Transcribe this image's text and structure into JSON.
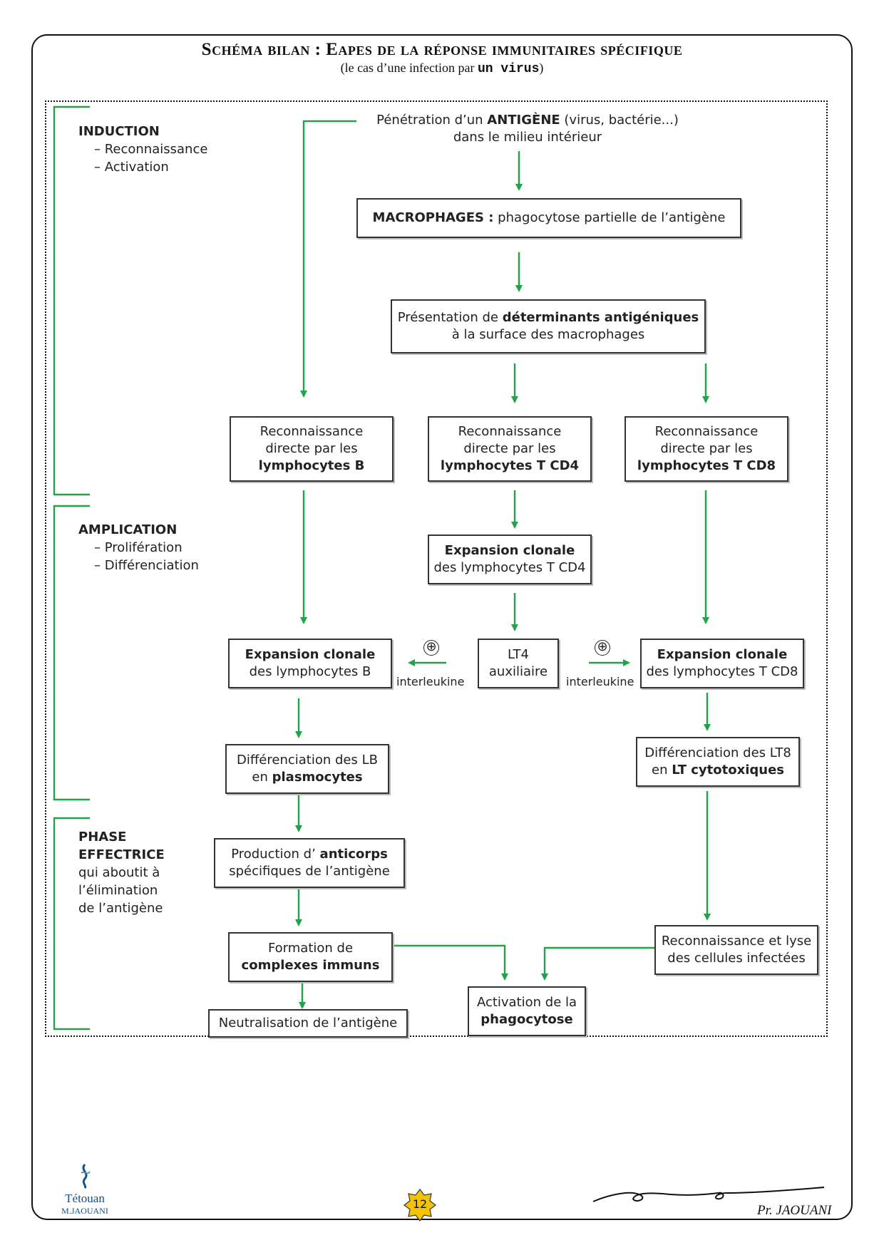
{
  "header": {
    "title": "Schéma bilan : Eapes de la réponse immunitaires spécifique",
    "subtitle_prefix": "(le cas d’une infection par ",
    "subtitle_bold": "un virus",
    "subtitle_suffix": ")"
  },
  "phases": {
    "induction": {
      "heading": "INDUCTION",
      "items": [
        "– Reconnaissance",
        "– Activation"
      ]
    },
    "amplification": {
      "heading": "AMPLICATION",
      "items": [
        "– Prolifération",
        "– Différenciation"
      ]
    },
    "effectrice": {
      "heading_line1": "PHASE",
      "heading_line2": "EFFECTRICE",
      "desc": [
        "qui aboutit à",
        "l’élimination",
        "de l’antigène"
      ]
    }
  },
  "nodes": {
    "penetration": {
      "l1a": "Pénétration d’un ",
      "l1b": "ANTIGÈNE",
      "l1c": " (virus, bactérie...)",
      "l2": "dans le milieu intérieur"
    },
    "macrophages": {
      "bold": "MACROPHAGES :",
      "rest": " phagocytose partielle de l’antigène"
    },
    "presentation": {
      "l1a": "Présentation de ",
      "l1b": "déterminants antigéniques",
      "l2": "à la surface des macrophages"
    },
    "recoB": {
      "l1": "Reconnaissance",
      "l2": "directe par les",
      "l3": "lymphocytes B"
    },
    "recoT4": {
      "l1": "Reconnaissance",
      "l2": "directe par les",
      "l3": "lymphocytes T CD4"
    },
    "recoT8": {
      "l1": "Reconnaissance",
      "l2": "directe par les",
      "l3": "lymphocytes T CD8"
    },
    "expT4": {
      "l1": "Expansion clonale",
      "l2": "des lymphocytes T CD4"
    },
    "expB": {
      "l1": "Expansion clonale",
      "l2": "des lymphocytes B"
    },
    "lt4": {
      "l1": "LT4",
      "l2": "auxiliaire"
    },
    "expT8": {
      "l1": "Expansion clonale",
      "l2": "des lymphocytes T CD8"
    },
    "diffLB": {
      "l1": "Différenciation des LB",
      "l2a": "en ",
      "l2b": "plasmocytes"
    },
    "diffLT8": {
      "l1": "Différenciation des LT8",
      "l2a": "en ",
      "l2b": "LT cytotoxiques"
    },
    "production": {
      "l1a": "Production d’ ",
      "l1b": "anticorps",
      "l2": "spécifiques de l’antigène"
    },
    "formation": {
      "l1": "Formation de",
      "l2": "complexes immuns"
    },
    "lyse": {
      "l1": "Reconnaissance et lyse",
      "l2": "des cellules infectées"
    },
    "activation": {
      "l1": "Activation de la",
      "l2": "phagocytose"
    },
    "neutralisation": {
      "text": "Neutralisation de l’antigène"
    }
  },
  "interleukin": {
    "left": "interleukine",
    "right": "interleukine",
    "sign": "⊕"
  },
  "footer": {
    "logo_city": "Tétouan",
    "logo_name": "M.JAOUANI",
    "page": "12",
    "signature": "Pr. JAOUANI"
  },
  "colors": {
    "arrow": "#22a34a",
    "bracket": "#22a34a",
    "box_border": "#333333",
    "logo": "#1a4f86",
    "star": "#f5c400"
  }
}
